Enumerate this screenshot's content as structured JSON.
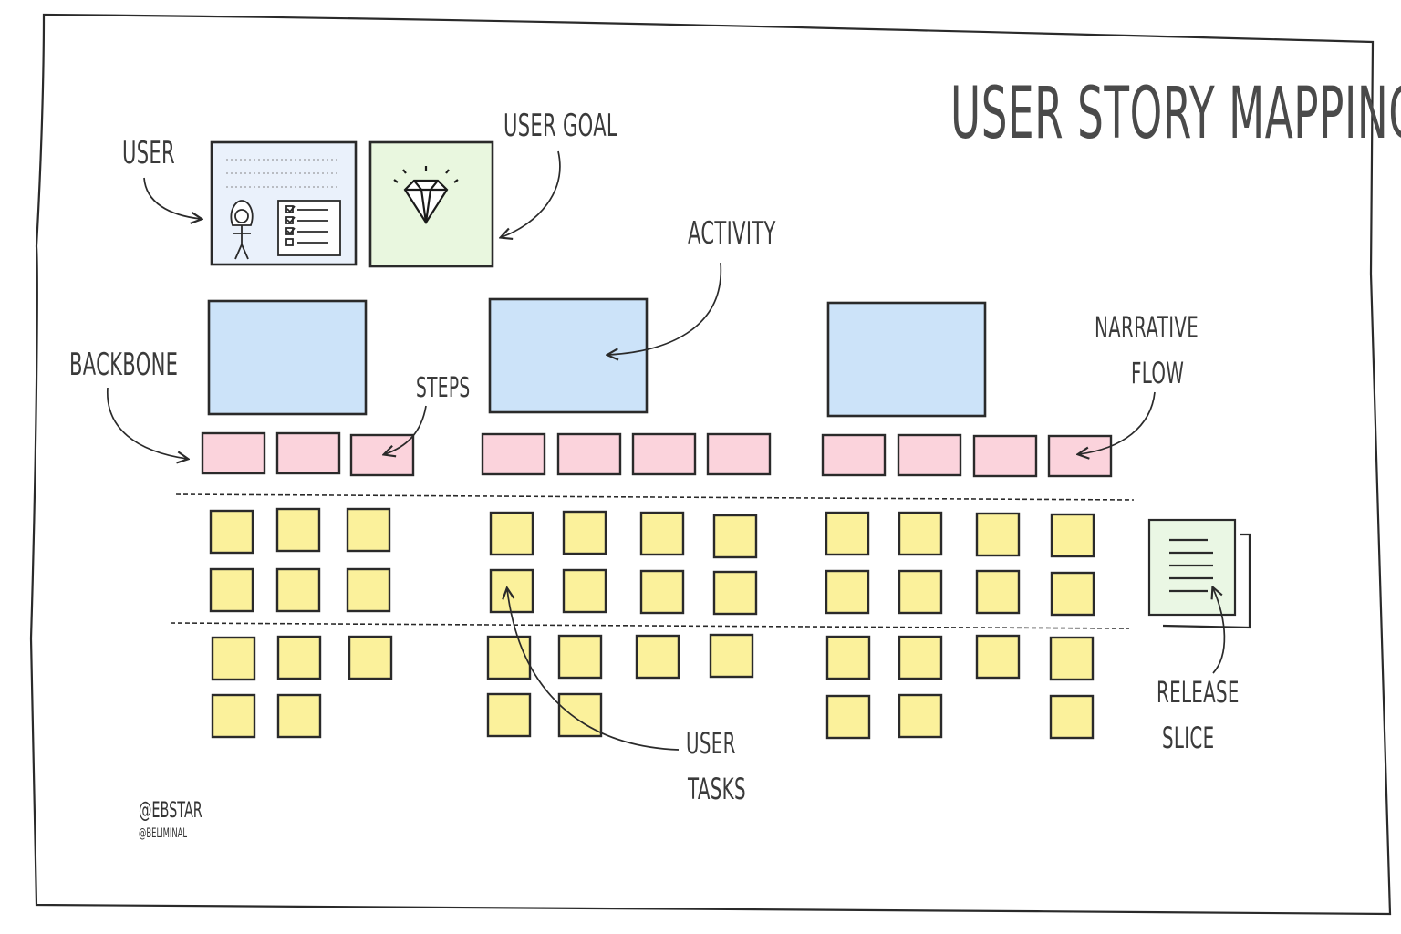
{
  "title": "User story mapping",
  "labels": {
    "user": "User",
    "user_goal": "User Goal",
    "activity": "Activity",
    "backbone": "Backbone",
    "steps": "steps",
    "narrative": "narrative",
    "flow": "flow",
    "release": "release",
    "slice": "slice",
    "user_tasks_1": "user",
    "user_tasks_2": "tasks"
  },
  "credits": [
    "@ebstar",
    "@beliminal"
  ],
  "colors": {
    "activity": "#cce3f9",
    "step": "#fbd3dc",
    "task": "#fbf19b",
    "user_card": "#eaf1fb",
    "goal_card": "#e9f7df",
    "release_card": "#eaf7e4",
    "ink": "#2a2a2a"
  },
  "icons": [
    "person-icon",
    "checklist-icon",
    "diamond-icon",
    "document-icon"
  ]
}
